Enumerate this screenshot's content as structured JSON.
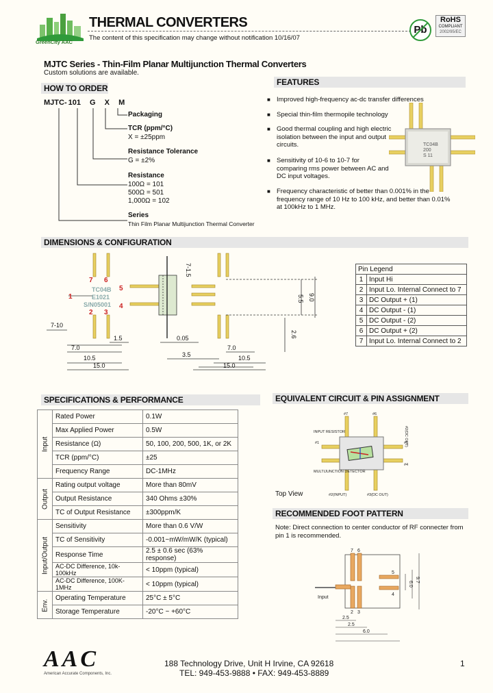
{
  "header": {
    "logo_text": "GreenCity AAC",
    "title": "THERMAL CONVERTERS",
    "notice": "The content of this specification may change without notification 10/16/07",
    "pb_badge": "Pb",
    "rohs_label": "RoHS",
    "rohs_sub1": "COMPLIANT",
    "rohs_sub2": "2002/95/EC"
  },
  "series": {
    "title": "MJTC Series  - Thin-Film Planar Multijunction Thermal Converters",
    "subtitle": "Custom solutions are available."
  },
  "how_to_order": {
    "heading": "HOW TO ORDER",
    "code_parts": [
      "MJTC",
      "-",
      "101",
      "G",
      "X",
      "M"
    ],
    "packaging_label": "Packaging",
    "tcr_label": "TCR (ppm/°C)",
    "tcr_value": "X = ±25ppm",
    "tolerance_label": "Resistance Tolerance",
    "tolerance_value": "G = ±2%",
    "resistance_label": "Resistance",
    "resistance_values": [
      "100Ω = 101",
      "500Ω = 501",
      "1,000Ω = 102"
    ],
    "series_label": "Series",
    "series_value": "Thin Film Planar Multijunction Thermal Converter"
  },
  "features": {
    "heading": "FEATURES",
    "items": [
      "Improved high-frequency ac-dc transfer differences",
      "Special thin-film thermopile technology",
      "Good thermal coupling and high electric isolation between the input and output circuits.",
      "Sensitivity of 10-6 to 10-7 for comparing rms power between AC and DC input voltages.",
      "Frequency characteristic of better than 0.001% in the frequency range of 10 Hz to 100 kHz, and better than 0.01% at 100kHz to 1 MHz."
    ],
    "chip_marking": [
      "TC04B",
      "200",
      "S 11"
    ]
  },
  "dimensions": {
    "heading": "DIMENSIONS & CONFIGURATION",
    "dims": [
      "7-10",
      "7.0",
      "10.5",
      "15.0",
      "1.5",
      "0.05",
      "3.5",
      "7.0",
      "10.5",
      "15.0",
      "7-1.5",
      "5.5",
      "9.0",
      "2.6"
    ],
    "pin_numbers": [
      "7",
      "6",
      "5",
      "4",
      "1",
      "2",
      "3"
    ],
    "part_marking": [
      "TC04B",
      "E1021",
      "S/N05001"
    ]
  },
  "pin_legend": {
    "title": "Pin Legend",
    "rows": [
      [
        "1",
        "Input Hi"
      ],
      [
        "2",
        "Input Lo. Internal Connect to 7"
      ],
      [
        "3",
        "DC Output + (1)"
      ],
      [
        "4",
        "DC Output - (1)"
      ],
      [
        "5",
        "DC Output - (2)"
      ],
      [
        "6",
        "DC Output + (2)"
      ],
      [
        "7",
        "Input Lo. Internal Connect to 2"
      ]
    ]
  },
  "specs": {
    "heading": "SPECIFICATIONS & PERFORMANCE",
    "groups": [
      {
        "name": "Input",
        "rows": [
          [
            "Rated Power",
            "0.1W"
          ],
          [
            "Max Applied Power",
            "0.5W"
          ],
          [
            "Resistance (Ω)",
            "50, 100, 200, 500, 1K, or 2K"
          ],
          [
            "TCR (ppm/°C)",
            "±25"
          ],
          [
            "Frequency Range",
            "DC-1MHz"
          ]
        ]
      },
      {
        "name": "Output",
        "rows": [
          [
            "Rating output voltage",
            "More than 80mV"
          ],
          [
            "Output Resistance",
            "340 Ohms ±30%"
          ],
          [
            "TC of Output Resistance",
            "±300ppm/K"
          ]
        ]
      },
      {
        "name": "Input/Output",
        "rows": [
          [
            "Sensitivity",
            "More than 0.6 V/W"
          ],
          [
            "TC of Sensitivity",
            "-0.001~mW/mW/K (typical)"
          ],
          [
            "Response Time",
            "2.5 ± 0.6 sec (63% response)"
          ],
          [
            "AC-DC Difference, 10k-100kHz",
            "< 10ppm (typical)"
          ],
          [
            "AC-DC Difference, 100K-1MHz",
            "< 10ppm (typical)"
          ]
        ]
      },
      {
        "name": "Env.",
        "rows": [
          [
            "Operating Temperature",
            "25°C ± 5°C"
          ],
          [
            "Storage Temperature",
            "-20°C ~ +60°C"
          ]
        ]
      }
    ]
  },
  "equivalent": {
    "heading": "EQUIVALENT CIRCUIT & PIN ASSIGNMENT",
    "labels": [
      "INPUT RESISTOR",
      "MULTIJUNCTION DETECTOR",
      "#7",
      "#6",
      "#1",
      "#5",
      "#4",
      "#2(INPUT)",
      "#2(DC OUT)",
      "#3(DC OUT)"
    ],
    "view_label": "Top View"
  },
  "foot_pattern": {
    "heading": "RECOMMENDED FOOT PATTERN",
    "note": "Note: Direct connection to center conductor of RF connecter from pin 1 is recommended.",
    "pin_labels": [
      "7",
      "6",
      "5",
      "4",
      "Input",
      "2",
      "3"
    ],
    "dims": [
      "2.5",
      "2.5",
      "6.0",
      "6.0",
      "9.7"
    ]
  },
  "footer": {
    "logo": "AAC",
    "company": "American Accurate Components, Inc.",
    "address": "188 Technology Drive, Unit H Irvine, CA 92618",
    "contact": "TEL: 949-453-9888 • FAX: 949-453-8889",
    "page": "1"
  },
  "colors": {
    "accent_red": "#cc2222",
    "section_bg": "#e6e6e6",
    "pin_gold": "#e8d060",
    "green": "#2f9a3a"
  }
}
